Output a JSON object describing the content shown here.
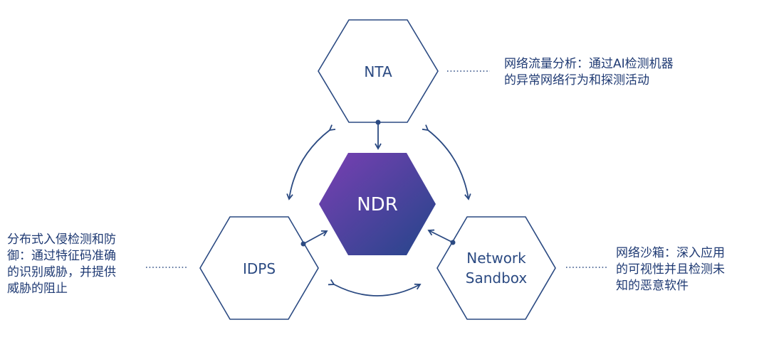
{
  "nodes": {
    "center": "NDR",
    "top": "NTA",
    "left": "IDPS",
    "right_line1": "Network",
    "right_line2": "Sandbox"
  },
  "descriptions": {
    "nta": [
      "网络流量分析：通过AI检测机器",
      "的异常网络行为和探测活动"
    ],
    "idps": [
      "分布式入侵检测和防",
      "御：通过特征码准确",
      "的识别威胁，并提供",
      "威胁的阻止"
    ],
    "sandbox": [
      "网络沙箱：深入应用",
      "的可视性并且检测未",
      "知的恶意软件"
    ]
  },
  "colors": {
    "outline": "#2b4a82",
    "center_gradient_start": "#7a3fb3",
    "center_gradient_end": "#24468a",
    "text": "#1f3a73"
  }
}
